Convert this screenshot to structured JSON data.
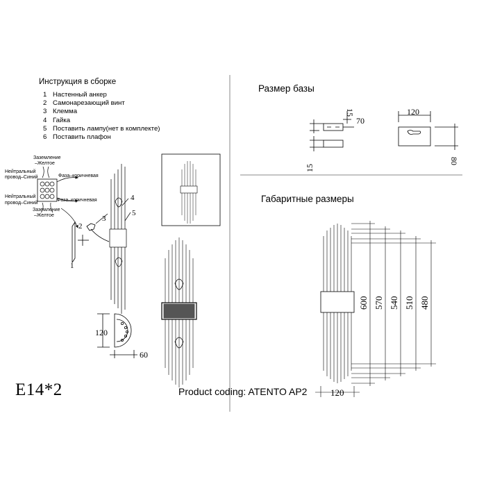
{
  "instructions": {
    "title": "Инструкция в сборке",
    "steps": [
      {
        "num": "1",
        "text": "Настенный анкер"
      },
      {
        "num": "2",
        "text": "Самонарезающий винт"
      },
      {
        "num": "3",
        "text": "Клемма"
      },
      {
        "num": "4",
        "text": "Гайка"
      },
      {
        "num": "5",
        "text": "Поставить лампу(нет в комплекте)"
      },
      {
        "num": "6",
        "text": "Поставить плафон"
      }
    ]
  },
  "wiring": {
    "ground_top_1": "Заземление",
    "ground_top_2": "–Желтое",
    "neutral_top_1": "Нейтральный",
    "neutral_top_2": "провод–Синий",
    "phase_top": "Фаза–коричневая",
    "neutral_bottom_1": "Нейтральный",
    "neutral_bottom_2": "провод–Синий",
    "phase_bottom": "Фаза–коричневая",
    "ground_bottom_1": "Заземление",
    "ground_bottom_2": "–Желтое"
  },
  "callouts": {
    "c1": "1",
    "c2": "2",
    "c3": "3",
    "c4": "4",
    "c5": "5"
  },
  "base_section": {
    "title": "Размер базы",
    "dim_15_top": "15",
    "dim_70": "70",
    "dim_15_left": "15",
    "dim_120": "120",
    "dim_80": "80"
  },
  "overall_section": {
    "title": "Габаритные размеры",
    "heights": [
      "600",
      "570",
      "540",
      "510",
      "480"
    ],
    "width": "120"
  },
  "bottom_plate": {
    "dim_120": "120",
    "dim_60": "60"
  },
  "lamp_spec": "E14*2",
  "product_coding": "Product coding: ATENTO AP2"
}
